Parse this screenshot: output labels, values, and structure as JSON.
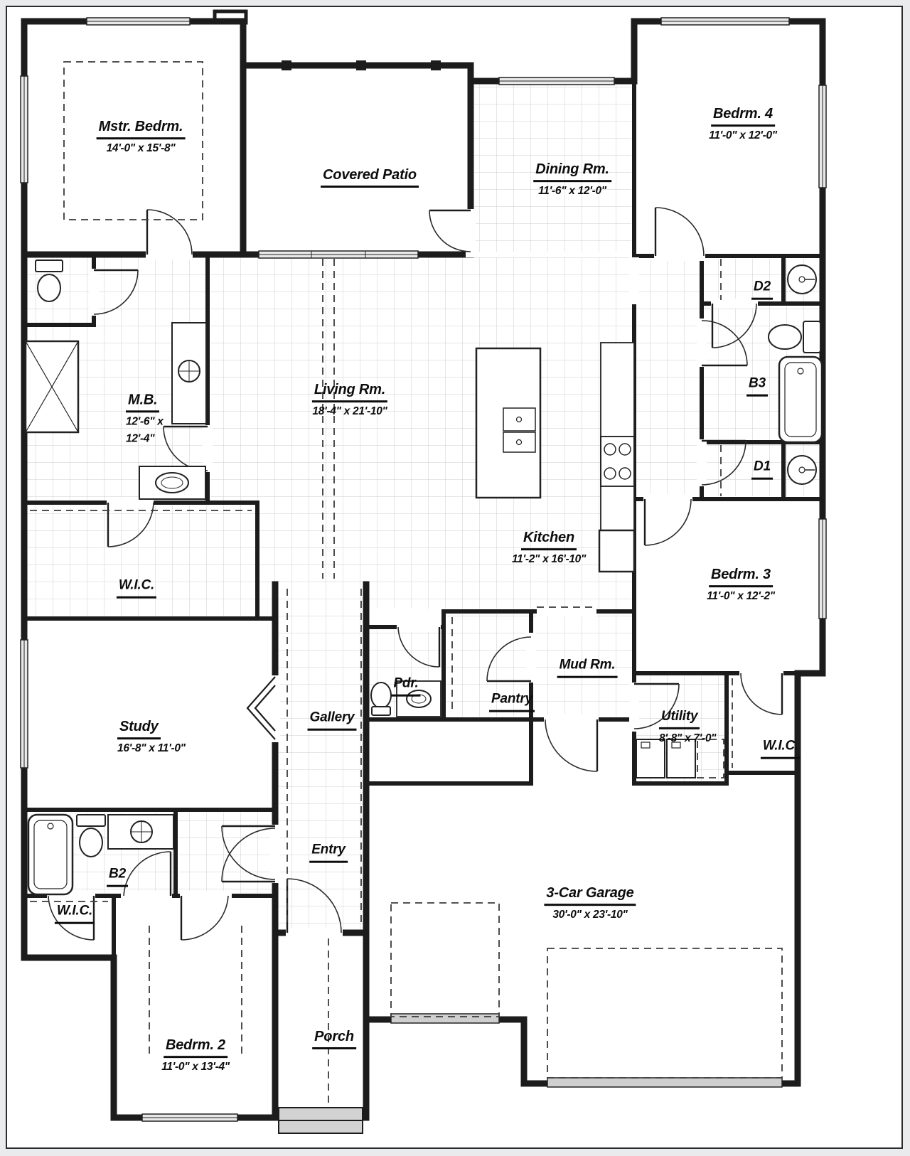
{
  "plan": {
    "rooms": {
      "master_bedroom": {
        "name": "Mstr. Bedrm.",
        "dims": "14'-0\" x 15'-8\""
      },
      "covered_patio": {
        "name": "Covered Patio"
      },
      "dining_room": {
        "name": "Dining Rm.",
        "dims": "11'-6\" x 12'-0\""
      },
      "bedroom_4": {
        "name": "Bedrm. 4",
        "dims": "11'-0\" x 12'-0\""
      },
      "master_bath": {
        "name": "M.B.",
        "dims_line1": "12'-6\" x",
        "dims_line2": "12'-4\""
      },
      "living_room": {
        "name": "Living Rm.",
        "dims": "18'-4\" x 21'-10\""
      },
      "closet_d2": {
        "name": "D2"
      },
      "bath_3": {
        "name": "B3"
      },
      "closet_d1": {
        "name": "D1"
      },
      "kitchen": {
        "name": "Kitchen",
        "dims": "11'-2\" x 16'-10\""
      },
      "bedroom_3": {
        "name": "Bedrm. 3",
        "dims": "11'-0\" x 12'-2\""
      },
      "master_closet": {
        "name": "W.I.C."
      },
      "powder": {
        "name": "Pdr."
      },
      "pantry": {
        "name": "Pantry"
      },
      "mud_room": {
        "name": "Mud Rm."
      },
      "utility": {
        "name": "Utility",
        "dims": "8'-8\" x 7'-0\""
      },
      "closet_right": {
        "name": "W.I.C."
      },
      "study": {
        "name": "Study",
        "dims": "16'-8\" x 11'-0\""
      },
      "gallery": {
        "name": "Gallery"
      },
      "bath_2": {
        "name": "B2"
      },
      "entry": {
        "name": "Entry"
      },
      "garage": {
        "name": "3-Car Garage",
        "dims": "30'-0\" x 23'-10\""
      },
      "closet_bottom": {
        "name": "W.I.C."
      },
      "bedroom_2": {
        "name": "Bedrm. 2",
        "dims": "11'-0\" x 13'-4\""
      },
      "porch": {
        "name": "Porch"
      }
    },
    "colors": {
      "wall": "#1c1c1c",
      "tile_grid": "#cccccc",
      "dashed": "#3a3a3a",
      "window_fill": "#e8e8e8",
      "door_panel_fill": "#cfcfcf",
      "background": "#ffffff"
    }
  }
}
